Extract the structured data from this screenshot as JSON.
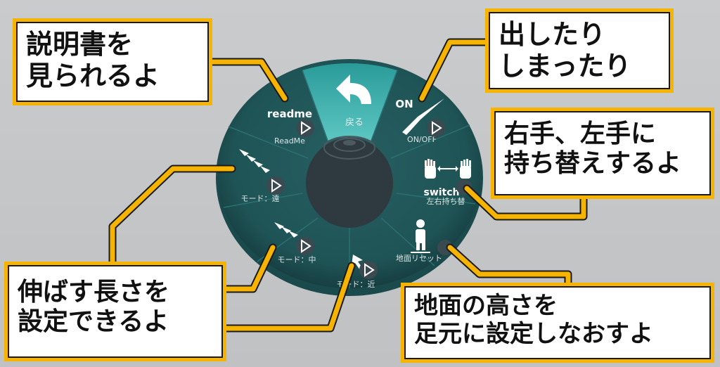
{
  "menu": {
    "back": {
      "label": "戻る",
      "icon": "back-arrow-icon"
    },
    "readme": {
      "title": "readme",
      "label": "ReadMe",
      "icon": "play-icon"
    },
    "onoff": {
      "title": "ON",
      "label": "ON/OFF",
      "icon": "knife-icon"
    },
    "switch": {
      "title": "switch",
      "label": "左右持ち替",
      "icon": "hands-icon"
    },
    "ground_reset": {
      "label": "地面リセット",
      "icon": "person-icon"
    },
    "mode_near": {
      "label": "モード：近",
      "icon": "arrow-icon"
    },
    "mode_mid": {
      "label": "モード：中",
      "icon": "arrows-icon"
    },
    "mode_far": {
      "label": "モード：遠",
      "icon": "arrows-icon"
    }
  },
  "callouts": {
    "readme": [
      "説明書を",
      "見られるよ"
    ],
    "toggle": [
      "出したり",
      "しまったり"
    ],
    "switch_hand": [
      "右手、左手に",
      "持ち替えするよ"
    ],
    "extend_length": [
      "伸ばす長さを",
      "設定できるよ"
    ],
    "ground_height": [
      "地面の高さを",
      "足元に設定しなおすよ"
    ]
  },
  "colors": {
    "callout_border": "#f6b400",
    "leader_line": "#f6b400",
    "disc": "#1f5a5c",
    "disc_edge": "#2e7f80",
    "center_hub": "#2f3a40",
    "back_segment": "#3fb3b0"
  }
}
